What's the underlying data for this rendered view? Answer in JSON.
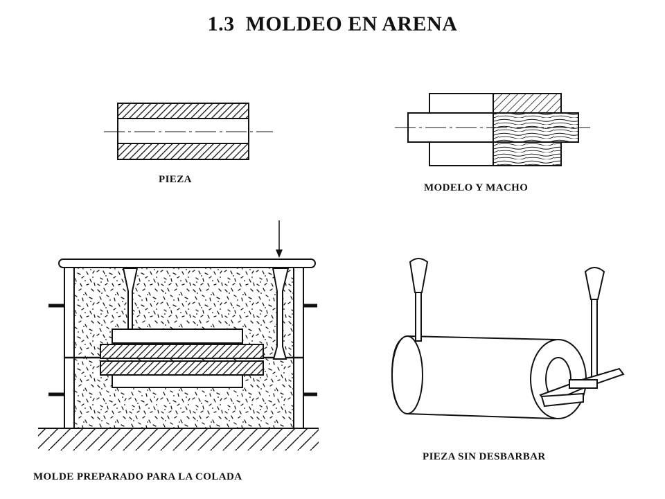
{
  "title": "1.3  MOLDEO EN ARENA",
  "figures": {
    "pieza": {
      "caption": "PIEZA"
    },
    "modelo": {
      "caption": "MODELO Y MACHO"
    },
    "molde": {
      "caption": "MOLDE PREPARADO PARA LA COLADA"
    },
    "sin_desbarbar": {
      "caption": "PIEZA SIN DESBARBAR"
    }
  },
  "colors": {
    "ink": "#111111",
    "paper": "#ffffff"
  }
}
